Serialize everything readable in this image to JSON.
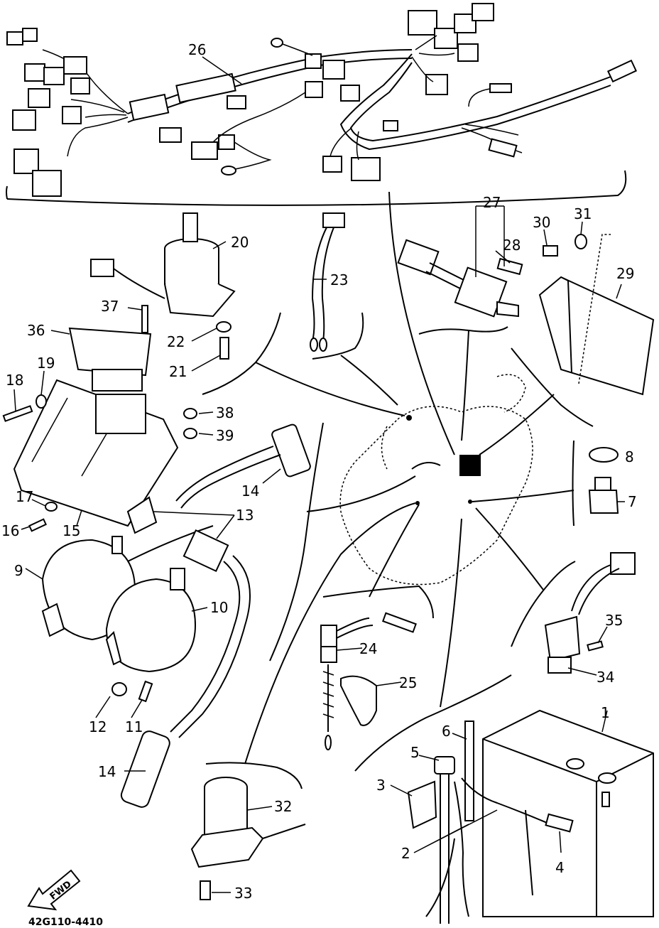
{
  "diagram": {
    "drawing_code": "42G110-4410",
    "direction_label": "FWD",
    "callouts": {
      "p1": "1",
      "p2": "2",
      "p3": "3",
      "p4": "4",
      "p5": "5",
      "p6": "6",
      "p7": "7",
      "p8": "8",
      "p9": "9",
      "p10": "10",
      "p11": "11",
      "p12": "12",
      "p13": "13",
      "p14a": "14",
      "p14b": "14",
      "p15": "15",
      "p16": "16",
      "p17": "17",
      "p18": "18",
      "p19": "19",
      "p20": "20",
      "p21": "21",
      "p22": "22",
      "p23": "23",
      "p24": "24",
      "p25": "25",
      "p26": "26",
      "p27": "27",
      "p28": "28",
      "p29": "29",
      "p30": "30",
      "p31": "31",
      "p32": "32",
      "p33": "33",
      "p34": "34",
      "p35": "35",
      "p36": "36",
      "p37": "37",
      "p38": "38",
      "p39": "39"
    }
  }
}
